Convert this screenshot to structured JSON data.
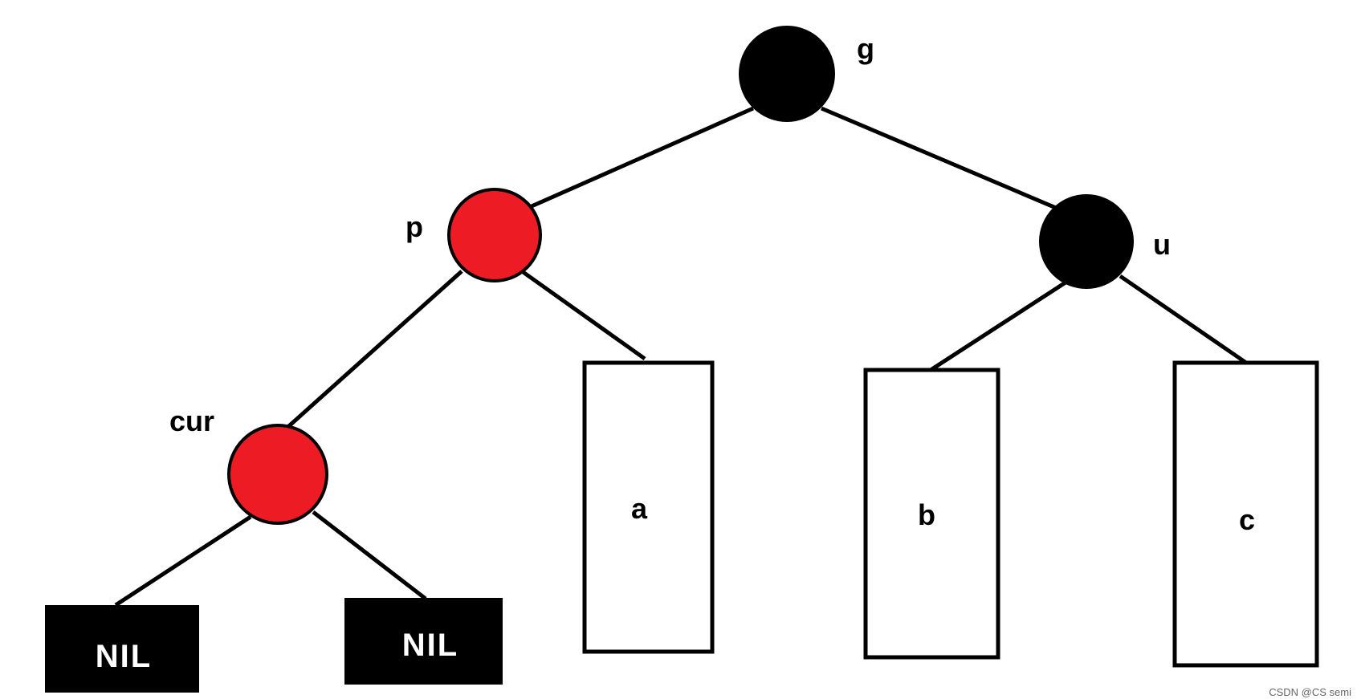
{
  "diagram": {
    "nodes": {
      "g": {
        "label": "g",
        "color": "black"
      },
      "p": {
        "label": "p",
        "color": "red"
      },
      "u": {
        "label": "u",
        "color": "black"
      },
      "cur": {
        "label": "cur",
        "color": "red"
      }
    },
    "subtrees": {
      "a": "a",
      "b": "b",
      "c": "c"
    },
    "nil_leaves": [
      "NIL",
      "NIL"
    ],
    "edges": [
      [
        "g",
        "p"
      ],
      [
        "g",
        "u"
      ],
      [
        "p",
        "cur"
      ],
      [
        "p",
        "a"
      ],
      [
        "u",
        "b"
      ],
      [
        "u",
        "c"
      ],
      [
        "cur",
        "NIL"
      ],
      [
        "cur",
        "NIL"
      ]
    ]
  },
  "colors": {
    "red_node": "#ed1c24",
    "black_node": "#000000"
  },
  "watermark": "CSDN @CS semi"
}
